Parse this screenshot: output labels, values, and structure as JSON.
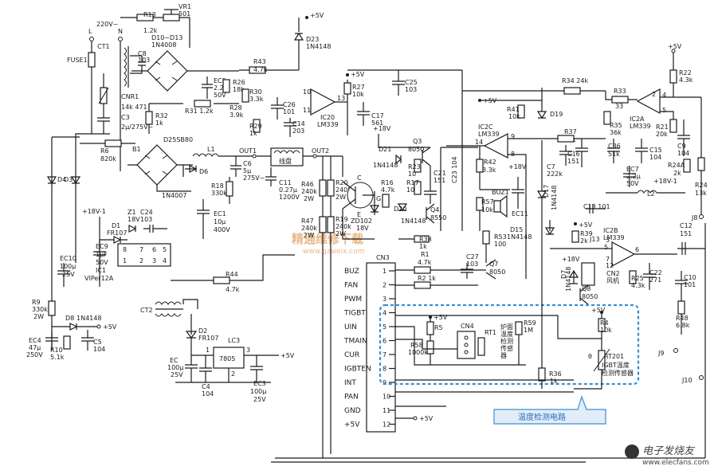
{
  "labels": {
    "r13": "R13",
    "r13v": "1.2k",
    "vr1": "VR1",
    "vr1v": "501",
    "d10": "D10~D13",
    "d10v": "1N4008",
    "v220": "220V~",
    "L": "L",
    "N": "N",
    "fuse": "FUSE1",
    "ct1": "CT1",
    "c8": "C8",
    "c8v": "103",
    "cnr1": "CNR1",
    "cnr1v": "14k 471",
    "c3": "C3",
    "c3v": "2μ/275V~",
    "r32": "R32",
    "r32v": "1k",
    "r31": "R31 1.2k",
    "r6": "R6",
    "r6v": "820k",
    "b1": "B1",
    "d25": "D25SB80",
    "L1": "L1",
    "d6": "D6",
    "d6v": "1N4007",
    "d23": "D23",
    "d23v": "1N4148",
    "plus5": "+5V",
    "r43": "R43",
    "r43v": "4.7k",
    "ec5": "EC5",
    "ec5v": "2.2μ",
    "ec5w": "50V",
    "r26": "R26",
    "r26v": "18k",
    "r30": "R30",
    "r30v": "3.3k",
    "r28": "R28",
    "r28v": "3.9k",
    "r29": "R29",
    "r29v": "1k",
    "c26": "C26",
    "c26v": "101",
    "c14": "C14",
    "c14v": "203",
    "ic20": "IC20",
    "ic20v": "LM339",
    "r27": "R27",
    "r27v": "10k",
    "c17": "C17",
    "c17v": "561",
    "c25": "C25",
    "c25v": "103",
    "d4": "D4",
    "d3": "D3",
    "out1": "OUT1",
    "out2": "OUT2",
    "c6": "C6",
    "c6v": "5μ",
    "c6w": "275V~",
    "coil": "线盘",
    "c11": "C11",
    "c11v": "0.27μ",
    "c11w": "1200V",
    "r18": "R18",
    "r18v": "330k",
    "ec1": "EC1",
    "ec1v": "10μ",
    "ec1w": "400V",
    "r46": "R46",
    "r46v": "240k",
    "r46w": "2W",
    "r47": "R47",
    "r47v": "240k",
    "r47w": "2W",
    "r20": "R20",
    "r20v": "240k",
    "r20w": "2W",
    "r19": "R19",
    "r19v": "240k",
    "r19w": "2W",
    "zd102": "ZD102",
    "zd102v": "18V",
    "igbt_c": "C",
    "igbt_e": "E",
    "igbt_g": "G",
    "r16": "R16",
    "r16v": "4.7k",
    "d21": "D21",
    "d21v": "1N4148",
    "plus18": "+18V",
    "q3": "Q3",
    "q3v": "8050",
    "q4": "Q4",
    "q4v": "8550",
    "r23": "R23",
    "r23v": "10",
    "r17": "R17",
    "r17v": "10",
    "d20": "D20",
    "d20v": "1N4148",
    "c21": "C21",
    "c21v": "151",
    "c23": "C23 104",
    "r38": "R38",
    "r38v": "1k",
    "r1": "R1",
    "r1v": "4.7k",
    "r2": "R2 1k",
    "plus18v1": "+18V-1",
    "z1": "Z1",
    "z1v": "18V",
    "c24": "C24",
    "c24v": "103",
    "d1": "D1",
    "d1v": "FR107",
    "ec9": "EC9",
    "ec9v": "1μF",
    "ec9w": "50V",
    "ic1": "IC1",
    "ic1v": "VIPer12A",
    "ec10": "EC10",
    "ec10v": "100μ",
    "ec10w": "25V",
    "r44": "R44",
    "r44v": "4.7k",
    "r9": "R9",
    "r9v": "330k",
    "r9w": "2W",
    "ct2": "CT2",
    "d8": "D8",
    "d8v": "1N4148",
    "d2": "D2",
    "d2v": "FR107",
    "ec4": "EC4",
    "ec4v": "47μ",
    "ec4w": "250V",
    "r10": "R10",
    "r10v": "5.1k",
    "c5": "C5",
    "c5v": "104",
    "lc3": "LC3",
    "lc3v": "7805",
    "ec": "EC",
    "ecv": "100μ",
    "ecw": "25V",
    "c4": "C4",
    "c4v": "104",
    "ec3": "EC3",
    "ec3v": "100μ",
    "ec3w": "25V",
    "cn3": "CN3",
    "cn3_pins": [
      "BUZ",
      "FAN",
      "PWM",
      "TIGBT",
      "UIN",
      "TMAIN",
      "CUR",
      "IGBTEN",
      "INT",
      "PAN",
      "GND",
      "+5V"
    ],
    "cn3_nums": [
      "1",
      "2",
      "3",
      "4",
      "5",
      "6",
      "7",
      "8",
      "9",
      "10",
      "11",
      "12"
    ],
    "r34": "R34 24k",
    "r41": "R41",
    "r41v": "10k",
    "d19": "D19",
    "ic2c": "IC2C",
    "ic2cv": "LM339",
    "r42": "R42",
    "r42v": "3.3k",
    "r37": "R37",
    "r37v": "15k",
    "c16": "C16",
    "c16v": "151",
    "r33": "R33",
    "r33v": "33",
    "r35": "R35",
    "r35v": "36k",
    "c36": "C36",
    "c36v": "51k",
    "c15": "C15",
    "c15v": "104",
    "ic2a": "IC2A",
    "ic2av": "LM339",
    "r22": "R22",
    "r22v": "4.3k",
    "r21": "R21",
    "r21v": "20k",
    "c9": "C9",
    "c9v": "104",
    "r24a": "R24A",
    "r24av": "2k",
    "r24": "R24",
    "r24v": "13k",
    "c7": "C7",
    "c7v": "222k",
    "ec7": "EC7",
    "ec7v": "2.2μ",
    "ec7w": "50V",
    "L2": "L2",
    "buz1": "BUZ1",
    "r57": "R57",
    "r57v": "10k",
    "ec11": "EC11",
    "d17": "D17",
    "d17v": "1N4148",
    "c13": "C13 101",
    "r53": "R53",
    "r53v": "100",
    "d15": "D15",
    "d15v": "1N4148",
    "q7": "Q7",
    "q7v": "8050",
    "c27": "C27",
    "c27v": "103",
    "r39": "R39",
    "r39v": "2k",
    "j13": "J13",
    "ic2b": "IC2B",
    "ic2bv": "LM339",
    "c12": "C12",
    "c12v": "151",
    "j8": "J8",
    "d7": "D7",
    "d7v": "1N4148",
    "cn2": "CN2",
    "cn2v": "风机",
    "q8": "Q8",
    "q8v": "8050",
    "r25": "R25",
    "r25v": "4.3k",
    "c22": "C22",
    "c22v": "271",
    "c10": "C10",
    "c10v": "101",
    "r48": "R48",
    "r48v": "6.8k",
    "j9": "J9",
    "j10": "J10",
    "r5": "R5",
    "r58": "R58",
    "r58v": "1000k",
    "cn4": "CN4",
    "rt1": "RT1",
    "rt1_desc": [
      "炉面",
      "温度",
      "检测",
      "传感",
      "器"
    ],
    "r59": "R59",
    "r59v": "1M",
    "r4": "R4",
    "r4v": "10k",
    "theta": "θ",
    "rt201": "RT201",
    "rt201_d1": "IGBT温度",
    "rt201_d2": "检测传感器",
    "r36": "R36",
    "r36v": "1k",
    "pin12": "12",
    "pin3": "3",
    "pin6": "6",
    "pin5": "5",
    "pin8": "8",
    "pin9": "9",
    "pin10": "10",
    "pin11": "11",
    "pin13": "13",
    "pin14": "14",
    "pin1": "1",
    "pin2": "2",
    "pin4": "4",
    "pin7": "7",
    "ic1_pins": [
      "8",
      "7",
      "6",
      "5",
      "1",
      "2",
      "3",
      "4"
    ]
  },
  "callout": "温度检测电路",
  "watermark": "精通维修下载",
  "watermark_url": "www.gzweix.com",
  "logo": "电子发烧友",
  "logo_url": "www.elecfans.com"
}
